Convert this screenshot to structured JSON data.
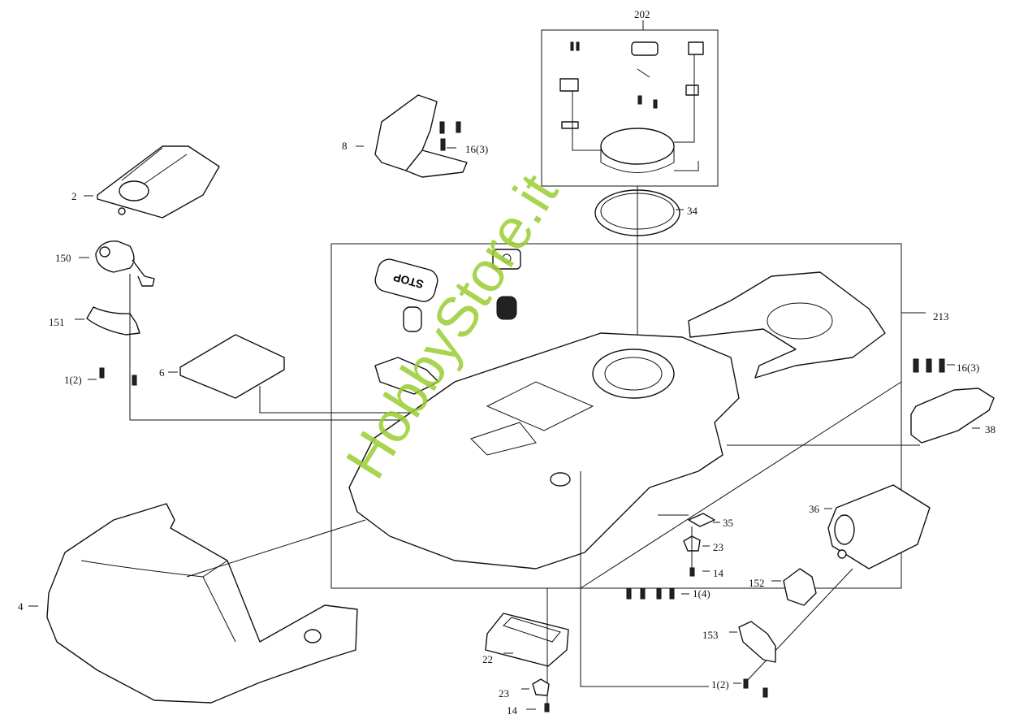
{
  "title": "Exploded parts diagram - robotic lawn mower body",
  "labels": {
    "p2": "2",
    "p4": "4",
    "p6": "6",
    "p8": "8",
    "p16a": "16(3)",
    "p16b": "16(3)",
    "p150": "150",
    "p151": "151",
    "p1_2a": "1(2)",
    "p1_2b": "1(2)",
    "p1_4": "1(4)",
    "p202": "202",
    "p34": "34",
    "p213": "213",
    "p38": "38",
    "p35": "35",
    "p23a": "23",
    "p23b": "23",
    "p14a": "14",
    "p14b": "14",
    "p36": "36",
    "p152": "152",
    "p153": "153",
    "p22": "22"
  },
  "stop_button_text": "STOP",
  "watermark": "HobbyStore.it",
  "colors": {
    "watermark": "#9acd32",
    "line": "#111111"
  }
}
